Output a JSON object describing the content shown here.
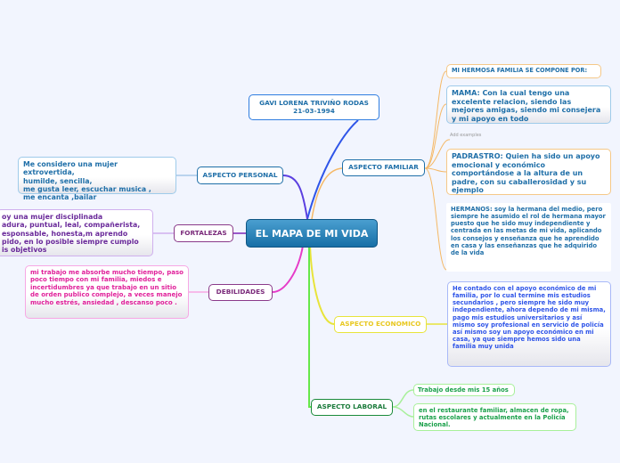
{
  "central_topic": "EL MAPA DE MI VIDA",
  "header_node": {
    "name": "GAVI LORENA TRIVIÑO RODAS",
    "date": "21-03-1994"
  },
  "branches": {
    "personal": {
      "label": "ASPECTO PERSONAL",
      "text": "Me considero una mujer extrovertida,\n humilde, sencilla,\nme gusta leer, escuchar musica ,\nme encanta ,bailar"
    },
    "fortalezas": {
      "label": "FORTALEZAS",
      "text": "oy una mujer disciplinada\nadura, puntual, leal, compañerista,\nesponsable, honesta,m aprendo\npido, en lo posible siempre cumplo\nis objetivos"
    },
    "debilidades": {
      "label": "DEBILIDADES",
      "text": "mi trabajo me absorbe mucho tiempo, paso poco tiempo con mi familia, miedos e incertidumbres ya que trabajo en un sitio de orden publico complejo, a veces manejo mucho estrés, ansiedad , descanso poco ."
    },
    "familiar": {
      "label": "ASPECTO FAMILIAR",
      "header": "MI HERMOSA FAMILIA SE COMPONE POR:",
      "mama": "MAMA: Con la cual tengo una excelente relacion, siendo las mejores amigas, siendo mi consejera y mi apoyo en todo",
      "add_examples": "Add examples",
      "padrastro": "PADRASTRO: Quien ha sido un apoyo emocional y económico comportándose a la altura de un padre, con su caballerosidad y su ejemplo",
      "hermanos": "HERMANOS: soy la hermana del medio, pero siempre he asumido el rol de hermana mayor puesto que he sido muy independiente y centrada en las metas de mi vida, aplicando los consejos y enseñanza que he aprendido en casa y las enseñanzas que he adquirido de la vida"
    },
    "economico": {
      "label": "ASPECTO ECONOMICO",
      "text": "He contado con el apoyo económico de mi familia, por lo cual termine mis estudios secundarios ,  pero siempre he sido muy independiente, ahora dependo de mi misma, pago mis estudios universitarios y así mismo  soy profesional en servicio de policía así mismo soy un apoyo económico en mi casa, ya que siempre hemos sido una familia muy unida"
    },
    "laboral": {
      "label": "ASPECTO LABORAL",
      "item1": "Trabajo desde mis 15 años",
      "item2": "en el restaurante familiar, almacen de ropa, rutas escolares y actualmente en la Policía Nacional."
    }
  },
  "colors": {
    "background": "#f2f5fe",
    "personal": "#5b3fe0",
    "familiar": "#f5b865",
    "fortalezas": "#9b59c9",
    "debilidades": "#e63cc8",
    "economico": "#e8e43a",
    "laboral": "#66e84a",
    "header": "#2f55e8"
  }
}
